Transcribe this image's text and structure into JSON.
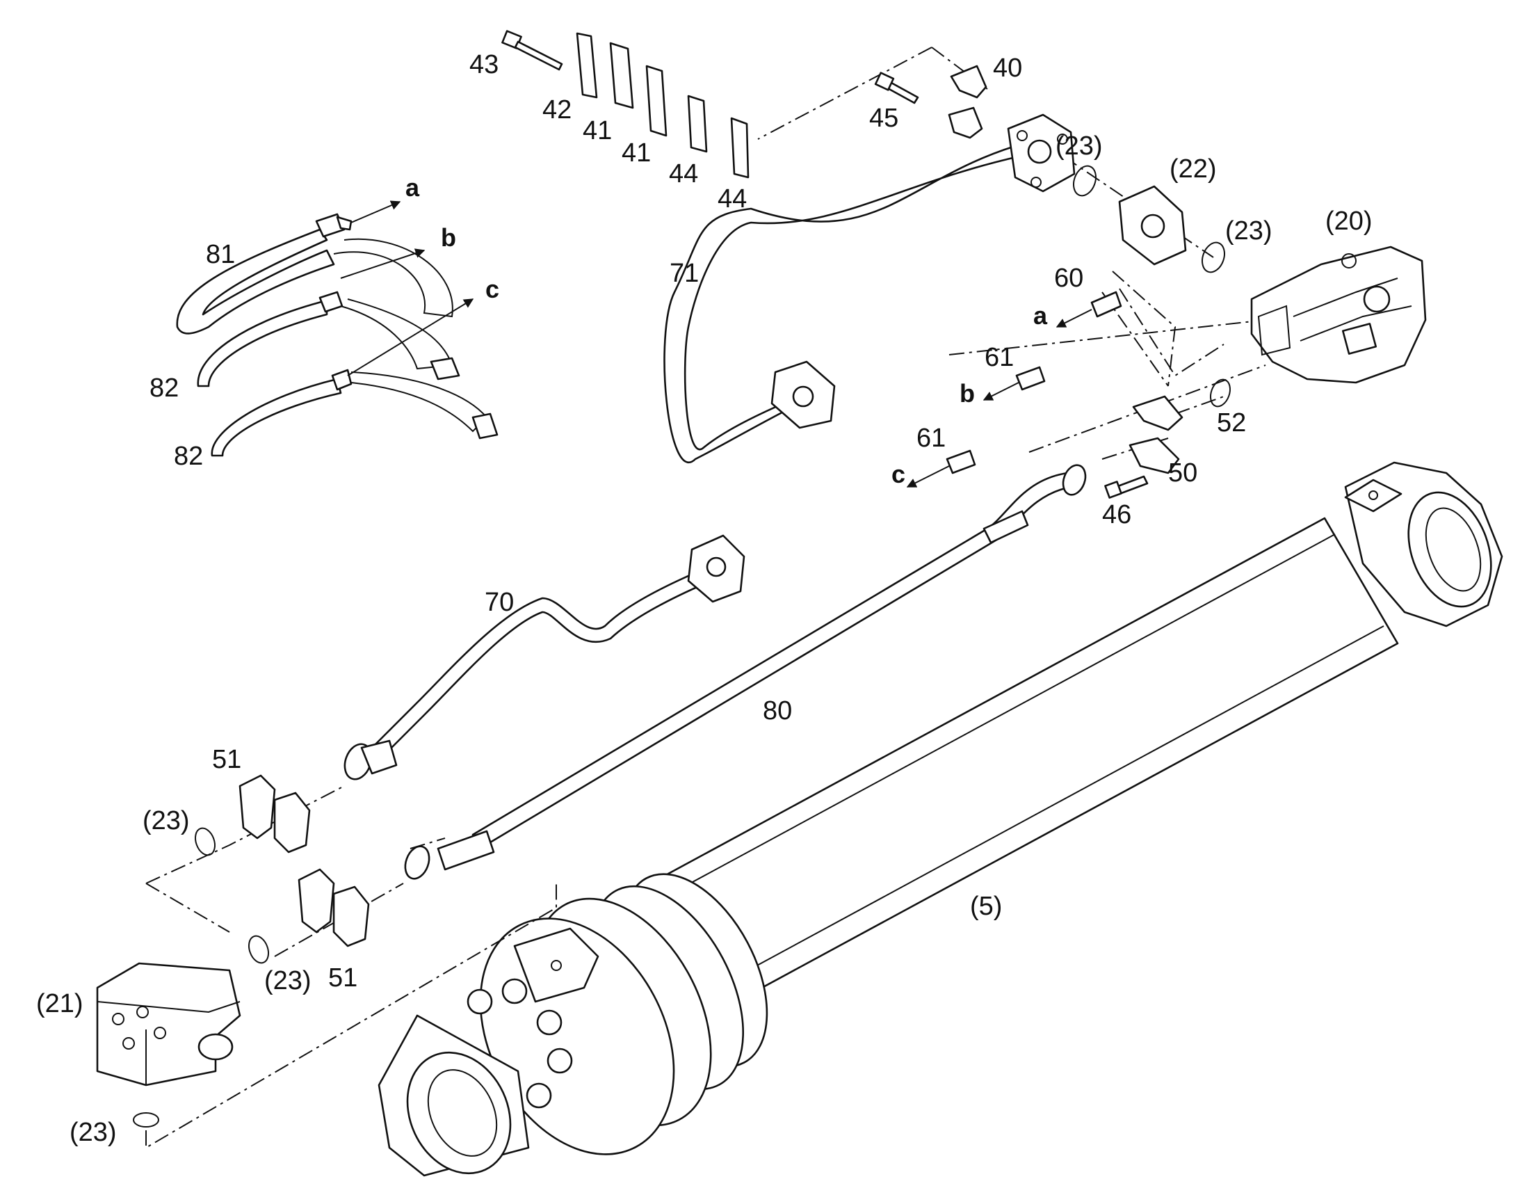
{
  "labels": {
    "p43": "43",
    "p42": "42",
    "p41a": "41",
    "p41b": "41",
    "p44a": "44",
    "p44b": "44",
    "p45": "45",
    "p40": "40",
    "p23a": "(23)",
    "p22": "(22)",
    "p23b": "(23)",
    "p20": "(20)",
    "p81": "81",
    "p82a": "82",
    "p82b": "82",
    "p71": "71",
    "p60": "60",
    "p61a": "61",
    "p61b": "61",
    "p52": "52",
    "p50": "50",
    "p46": "46",
    "p70": "70",
    "p80": "80",
    "p51a": "51",
    "p23c": "(23)",
    "p23d": "(23)",
    "p51b": "51",
    "p21": "(21)",
    "p23e": "(23)",
    "p5": "(5)"
  },
  "arrows": {
    "a_top": "a",
    "b_top": "b",
    "c_top": "c",
    "a_right": "a",
    "b_right": "b",
    "c_right": "c"
  }
}
